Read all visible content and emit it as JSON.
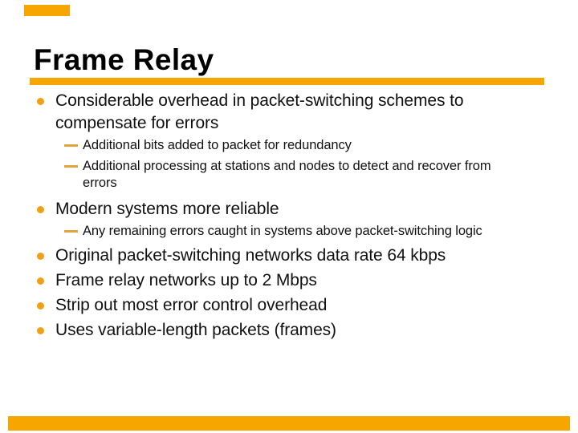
{
  "theme": {
    "accent": "#F7A600",
    "bullet": "#F0A014",
    "dash": "#E2A33C",
    "text": "#111111",
    "bg": "#FFFFFF",
    "title": "#000000"
  },
  "slide": {
    "title": "Frame Relay",
    "bullets": [
      {
        "level": 1,
        "text": "Considerable overhead in packet-switching schemes to compensate for errors"
      },
      {
        "level": 2,
        "text": "Additional bits added to packet for redundancy"
      },
      {
        "level": 2,
        "text": "Additional processing at stations and nodes to detect and recover from errors"
      },
      {
        "level": 1,
        "text": "Modern systems more reliable"
      },
      {
        "level": 2,
        "text": "Any remaining errors caught in systems above packet-switching logic"
      },
      {
        "level": 1,
        "text": "Original packet-switching networks data rate 64 kbps"
      },
      {
        "level": 1,
        "text": "Frame relay networks up to 2 Mbps"
      },
      {
        "level": 1,
        "text": "Strip out most error control overhead"
      },
      {
        "level": 1,
        "text": "Uses variable-length packets (frames)"
      }
    ]
  }
}
